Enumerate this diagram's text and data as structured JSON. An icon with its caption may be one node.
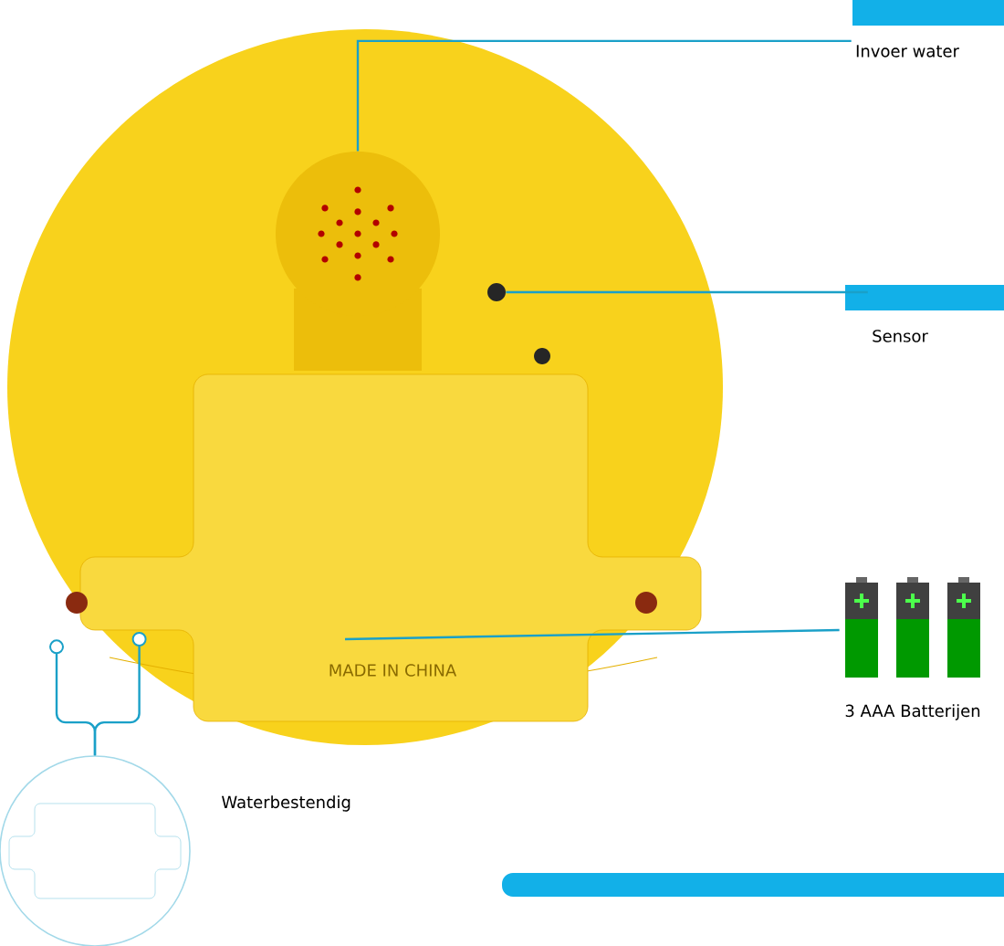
{
  "diagram": {
    "nodes": [
      {
        "text": [
          "Invoer water"
        ]
      },
      {
        "text": [
          "Sensor"
        ]
      },
      {
        "text": [],
        "shape": "picture",
        "beside": [
          "3 AAA Batterijen"
        ]
      },
      {
        "text": [],
        "shape": "circle",
        "beside": [
          "Waterbestendig"
        ]
      },
      {
        "text": [],
        "shape": "circle"
      },
      {
        "text": [],
        "shape": "circle"
      },
      {
        "text": [],
        "shape": "box"
      },
      {
        "text": [],
        "shape": "circle"
      },
      {
        "text": [],
        "shape": "circle",
        "in": 6
      }
    ],
    "edges": [
      {
        "from": 4,
        "to": 0,
        "arrow": "none"
      },
      {
        "from": 5,
        "to": 1,
        "arrow": "none"
      },
      {
        "from": 2,
        "to": 6,
        "arrow": "none"
      },
      {
        "from": 3,
        "to": 7,
        "arrow": "other"
      },
      {
        "from": 3,
        "to": 6,
        "arrow": "other"
      }
    ],
    "labels": [
      "MADE IN CHINA"
    ]
  }
}
